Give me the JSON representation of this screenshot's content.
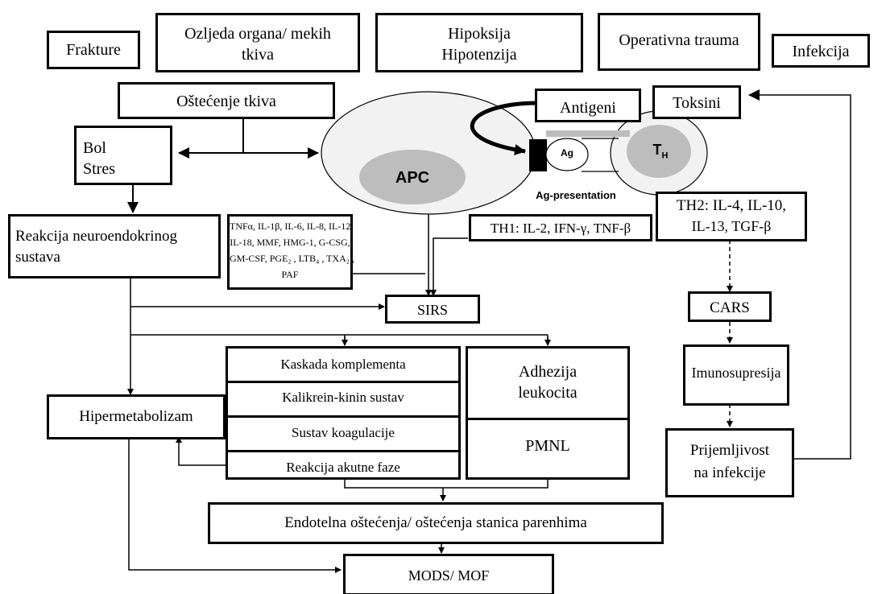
{
  "top_boxes": {
    "frakture": "Frakture",
    "ozljeda_line1": "Ozljeda organa/ mekih",
    "ozljeda_line2": "tkiva",
    "hipoksija_line1": "Hipoksija",
    "hipoksija_line2": "Hipotenzija",
    "operativna": "Operativna trauma",
    "infekcija": "Infekcija"
  },
  "ostecenje": "Oštećenje tkiva",
  "bol_line1": "Bol",
  "bol_line2": "Stres",
  "antigeni": "Antigeni",
  "toksini": "Toksini",
  "apc": "APC",
  "ag": "Ag",
  "th": "T",
  "th_sub": "H",
  "ag_presentation": "Ag-presentation",
  "reakcija_neuro_line1": "Reakcija neuroendokrinog",
  "reakcija_neuro_line2": "sustava",
  "mediators": {
    "line1": "TNFα, IL-1β, IL-6, IL-8, IL-12,",
    "line2": "IL-18, MMF, HMG-1, G-CSG,",
    "line3": "GM-CSF, PGE₂ , LTB₄ , TXA₂ ,",
    "line4": "PAF"
  },
  "th1": "TH1: IL-2, IFN-γ,  TNF-β",
  "th2_line1": "TH2: IL-4, IL-10,",
  "th2_line2": "IL-13, TGF-β",
  "sirs": "SIRS",
  "cars": "CARS",
  "cascade": {
    "kaskada": "Kaskada komplementa",
    "kalikrein": "Kalikrein-kinin sustav",
    "koagulacija": "Sustav koagulacije",
    "akutna": "Reakcija akutne faze"
  },
  "adhezija_line1": "Adhezija",
  "adhezija_line2": "leukocita",
  "pmnl": "PMNL",
  "imunosupresija": "Imunosupresija",
  "hipermetabolizam": "Hipermetabolizam",
  "prijemljivost_line1": "Prijemljivost",
  "prijemljivost_line2": "na infekcije",
  "endotelna": "Endotelna oštećenja/ oštećenja stanica parenhima",
  "mods": "MODS/ MOF",
  "colors": {
    "line": "#000000",
    "gray": "#c0c0c0",
    "ellipse_fill": "#eeeeee"
  }
}
